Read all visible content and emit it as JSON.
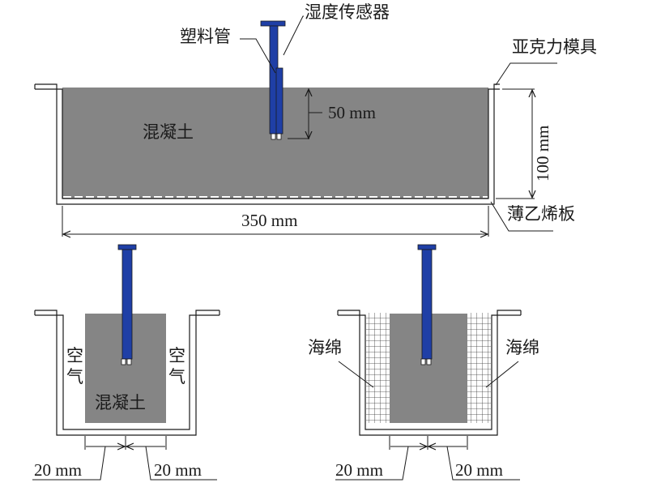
{
  "labels": {
    "humidity_sensor": "湿度传感器",
    "plastic_tube": "塑料管",
    "acrylic_mold": "亚克力模具",
    "concrete": "混凝土",
    "depth": "50 mm",
    "height": "100 mm",
    "pe_sheet": "薄乙烯板",
    "width": "350 mm",
    "air_char1": "空",
    "air_char2": "气",
    "concrete_bottom": "混凝土",
    "sponge": "海绵",
    "gap": "20 mm"
  },
  "colors": {
    "concrete": "#858585",
    "sensor": "#1f3fa6",
    "outline": "#1a1a1a"
  }
}
